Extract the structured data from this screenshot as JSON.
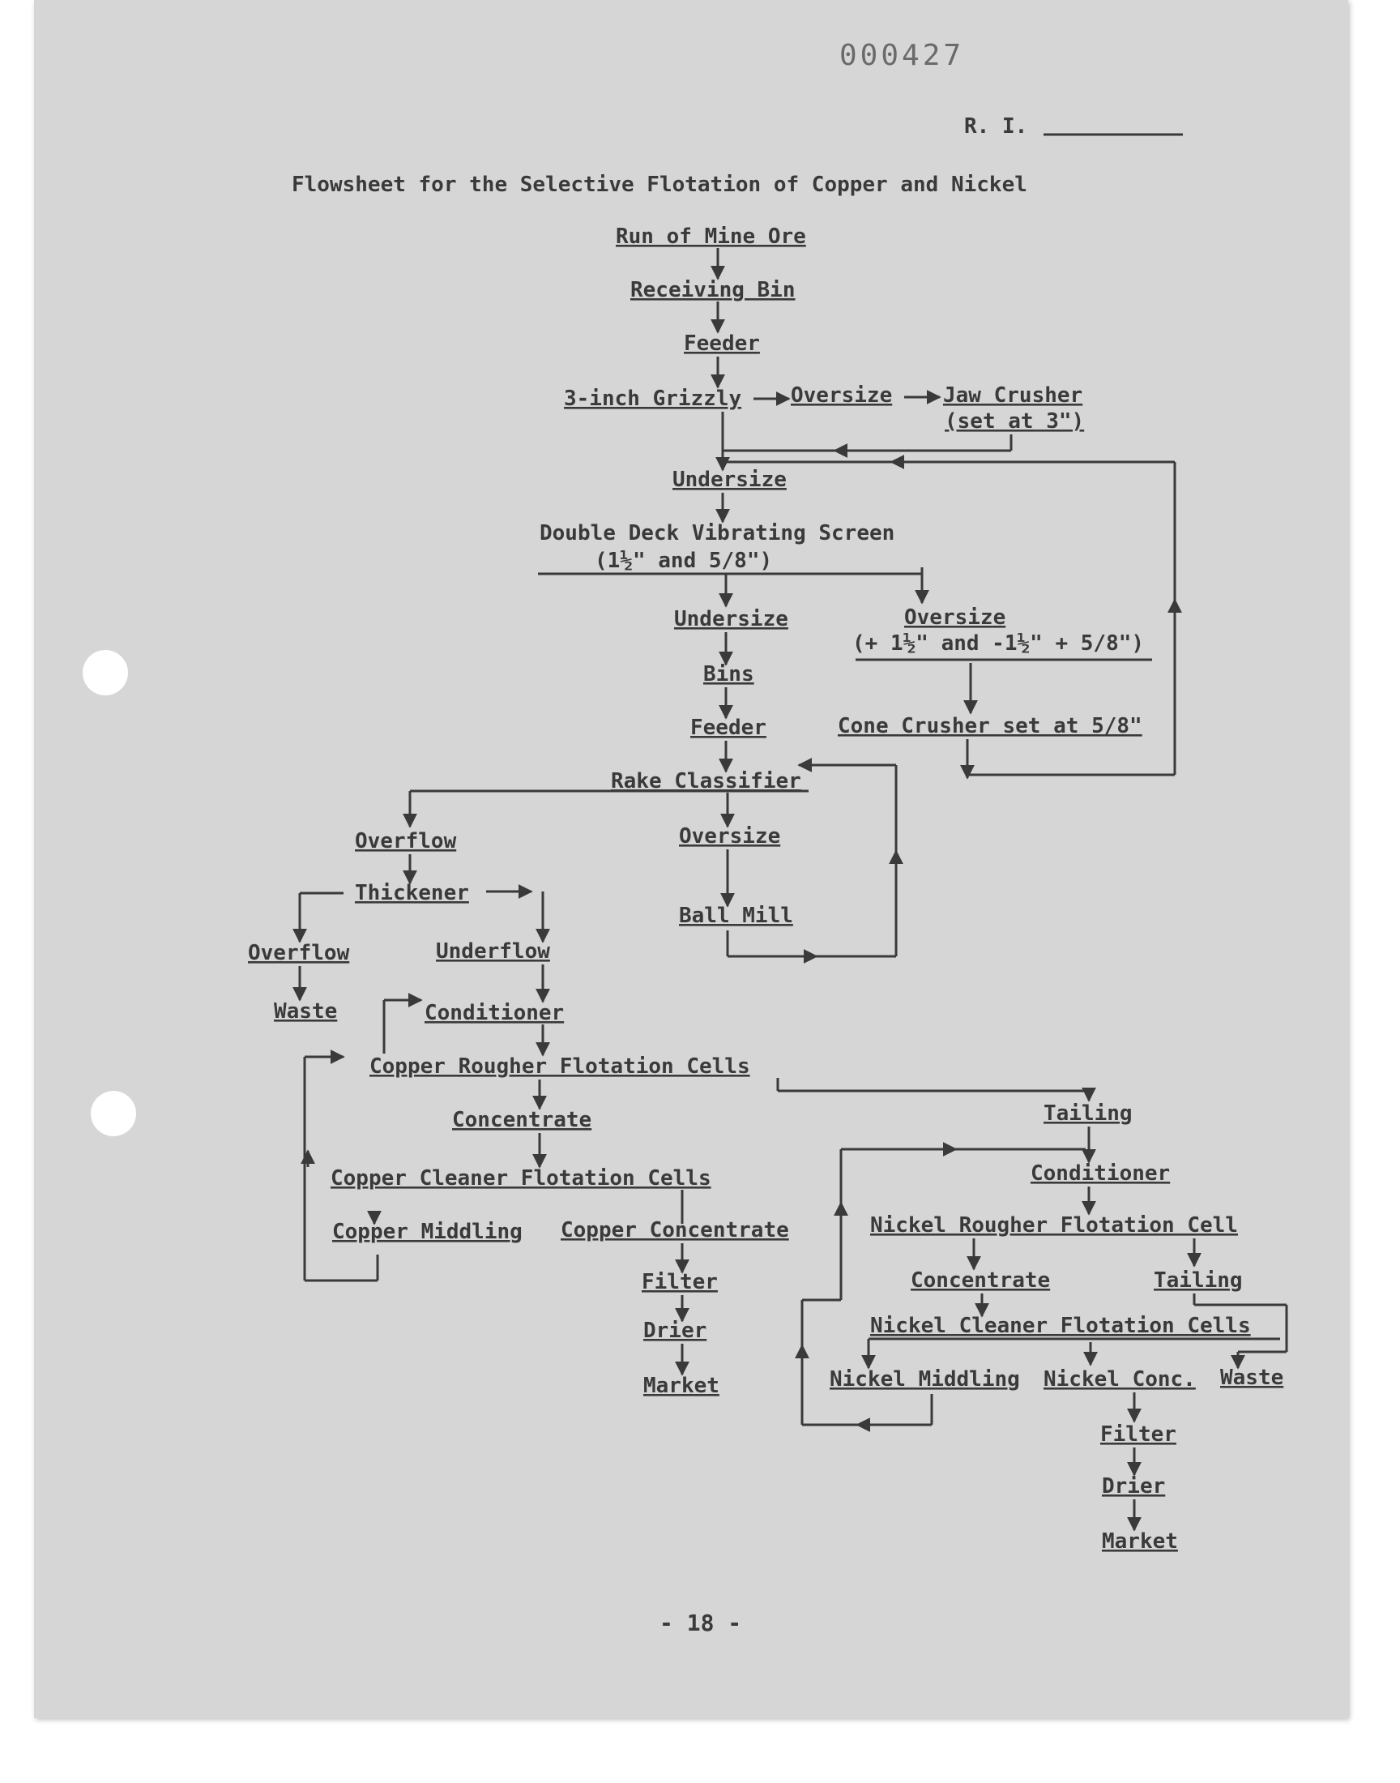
{
  "stamp_number": "000427",
  "ri_label": "R. I.",
  "title": "Flowsheet for the Selective Flotation of Copper and Nickel",
  "page_number": "- 18 -",
  "nodes": {
    "run_of_mine_ore": "Run of Mine Ore",
    "receiving_bin": "Receiving Bin",
    "feeder_1": "Feeder",
    "grizzly": "3-inch Grizzly",
    "grizzly_oversize": "Oversize",
    "jaw_crusher": "Jaw Crusher",
    "jaw_crusher_set": "(set at 3\")",
    "undersize_1": "Undersize",
    "screen": "Double Deck Vibrating Screen",
    "screen_sizes": "(1½\" and 5/8\")",
    "undersize_2": "Undersize",
    "screen_oversize": "Oversize",
    "screen_oversize_range": "(+ 1½\" and -1½\" + 5/8\")",
    "bins": "Bins",
    "feeder_2": "Feeder",
    "cone_crusher": "Cone Crusher set at 5/8\"",
    "rake_classifier": "Rake Classifier",
    "classifier_overflow": "Overflow",
    "classifier_oversize": "Oversize",
    "thickener": "Thickener",
    "ball_mill": "Ball Mill",
    "thickener_overflow": "Overflow",
    "thickener_underflow": "Underflow",
    "waste_1": "Waste",
    "conditioner_1": "Conditioner",
    "copper_rougher": "Copper Rougher Flotation Cells",
    "copper_concentrate_1": "Concentrate",
    "copper_tailing": "Tailing",
    "copper_cleaner": "Copper Cleaner Flotation Cells",
    "conditioner_2": "Conditioner",
    "copper_middling": "Copper Middling",
    "copper_concentrate": "Copper Concentrate",
    "nickel_rougher": "Nickel Rougher Flotation Cell",
    "copper_filter": "Filter",
    "nickel_concentrate": "Concentrate",
    "nickel_tailing": "Tailing",
    "copper_drier": "Drier",
    "nickel_cleaner": "Nickel Cleaner Flotation Cells",
    "copper_market": "Market",
    "nickel_middling": "Nickel Middling",
    "nickel_conc": "Nickel Conc.",
    "waste_2": "Waste",
    "nickel_filter": "Filter",
    "nickel_drier": "Drier",
    "nickel_market": "Market"
  }
}
